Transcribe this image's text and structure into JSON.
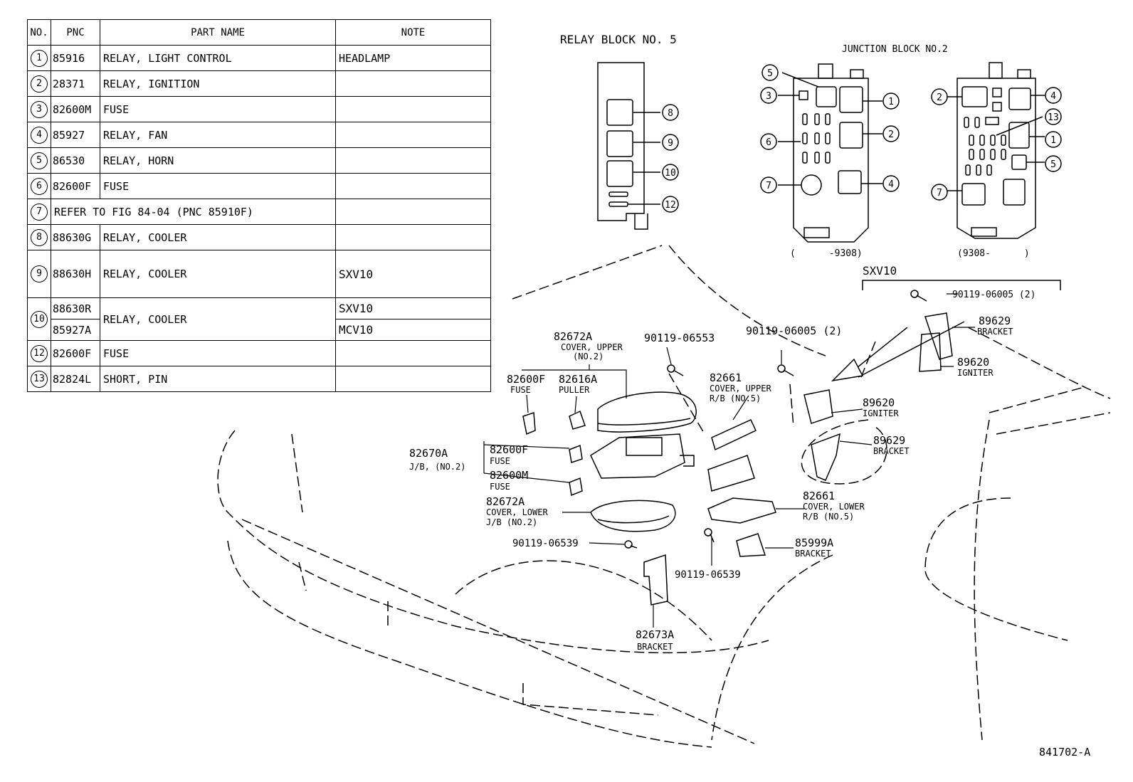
{
  "table": {
    "headers": {
      "no": "NO.",
      "pnc": "PNC",
      "part_name": "PART NAME",
      "note": "NOTE"
    },
    "rows": [
      {
        "no": "1",
        "pnc": "85916",
        "name": "RELAY, LIGHT CONTROL",
        "note": "HEADLAMP"
      },
      {
        "no": "2",
        "pnc": "28371",
        "name": "RELAY, IGNITION",
        "note": ""
      },
      {
        "no": "3",
        "pnc": "82600M",
        "name": "FUSE",
        "note": ""
      },
      {
        "no": "4",
        "pnc": "85927",
        "name": "RELAY, FAN",
        "note": ""
      },
      {
        "no": "5",
        "pnc": "86530",
        "name": "RELAY, HORN",
        "note": ""
      },
      {
        "no": "6",
        "pnc": "82600F",
        "name": "FUSE",
        "note": ""
      },
      {
        "no": "7",
        "pnc": "",
        "name": "REFER TO FIG 84-04    (PNC 85910F)",
        "note": ""
      },
      {
        "no": "8",
        "pnc": "88630G",
        "name": "RELAY, COOLER",
        "note": ""
      },
      {
        "no": "9",
        "pnc": "88630H",
        "name": "RELAY, COOLER",
        "note": "SXV10"
      },
      {
        "no": "10",
        "pnc": "88630R",
        "pnc2": "85927A",
        "name": "RELAY, COOLER",
        "note": "SXV10",
        "note2": "MCV10"
      },
      {
        "no": "12",
        "pnc": "82600F",
        "name": "FUSE",
        "note": ""
      },
      {
        "no": "13",
        "pnc": "82824L",
        "name": "SHORT, PIN",
        "note": ""
      }
    ]
  },
  "relay_block": {
    "title": "RELAY BLOCK NO. 5",
    "callouts": [
      "8",
      "9",
      "10",
      "12"
    ]
  },
  "junction_block": {
    "title": "JUNCTION BLOCK NO.2",
    "left_callouts": [
      "5",
      "3",
      "6",
      "7",
      "1",
      "2",
      "4"
    ],
    "right_callouts": [
      "2",
      "4",
      "13",
      "1",
      "5",
      "7"
    ],
    "left_range": "(      -9308)",
    "right_range": "(9308-      )"
  },
  "labels": {
    "sxv10": "SXV10",
    "bolt_sxv": "90119-06005 (2)",
    "b89629_top": "89629",
    "b89629_top_name": "BRACKET",
    "i89620_top": "89620",
    "i89620_top_name": "IGNITER",
    "c82672a_up": "82672A",
    "c82672a_up_name1": "COVER, UPPER",
    "c82672a_up_name2": "(NO.2)",
    "bolt_06553": "90119-06553",
    "bolt_06005": "90119-06005 (2)",
    "f82600f": "82600F",
    "f82600f_name": "FUSE",
    "p82616a": "82616A",
    "p82616a_name": "PULLER",
    "c82661_up": "82661",
    "c82661_up_name1": "COVER, UPPER",
    "c82661_up_name2": "R/B (NO.5)",
    "i89620": "89620",
    "i89620_name": "IGNITER",
    "jb82670a": "82670A",
    "jb82670a_name": "J/B, (NO.2)",
    "f82600f_2": "82600F",
    "f82600f_2_name": "FUSE",
    "f82600m": "82600M",
    "f82600m_name": "FUSE",
    "b89629": "89629",
    "b89629_name": "BRACKET",
    "c82672a_lo": "82672A",
    "c82672a_lo_name1": "COVER, LOWER",
    "c82672a_lo_name2": "J/B (NO.2)",
    "c82661_lo": "82661",
    "c82661_lo_name1": "COVER, LOWER",
    "c82661_lo_name2": "R/B (NO.5)",
    "bolt_06539_a": "90119-06539",
    "b85999a": "85999A",
    "b85999a_name": "BRACKET",
    "bolt_06539_b": "90119-06539",
    "b82673a": "82673A",
    "b82673a_name": "BRACKET",
    "figure_code": "841702-A"
  }
}
